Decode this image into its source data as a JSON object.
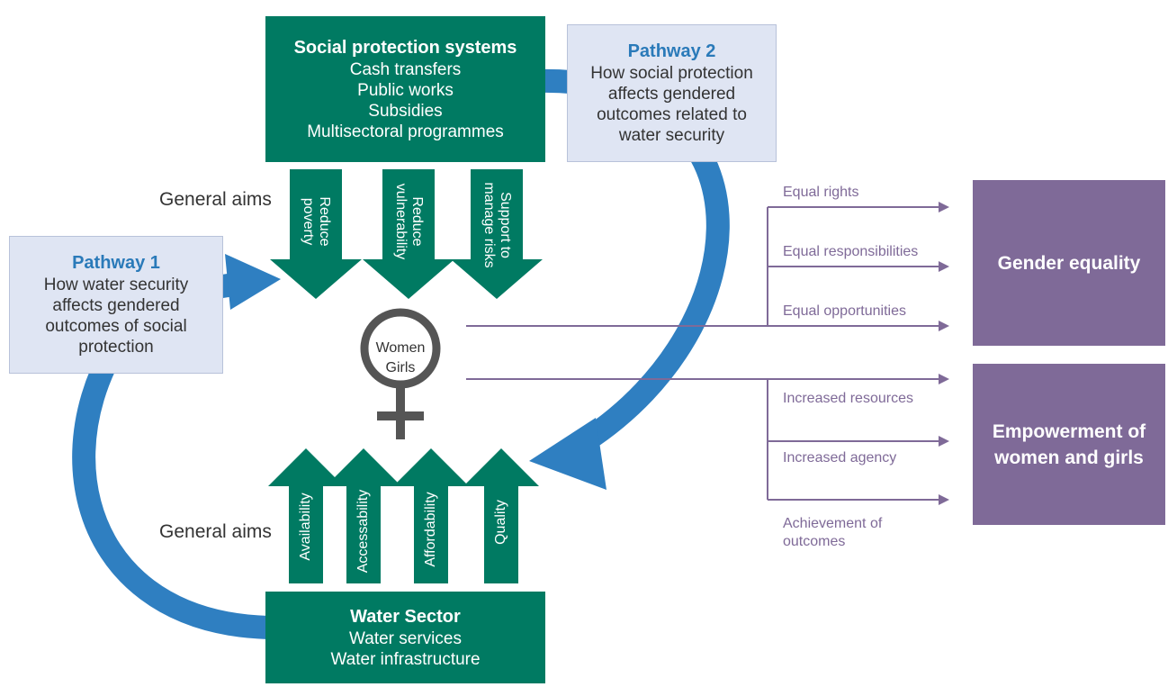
{
  "social_protection": {
    "title": "Social protection systems",
    "items": [
      "Cash transfers",
      "Public works",
      "Subsidies",
      "Multisectoral programmes"
    ]
  },
  "water_sector": {
    "title": "Water Sector",
    "items": [
      "Water services",
      "Water infrastructure"
    ]
  },
  "pathway1": {
    "title": "Pathway 1",
    "lines": [
      "How water security",
      "affects gendered",
      "outcomes of social",
      "protection"
    ]
  },
  "pathway2": {
    "title": "Pathway 2",
    "lines": [
      "How social protection",
      "affects gendered",
      "outcomes related to",
      "water security"
    ]
  },
  "general_aims_top": "General aims",
  "general_aims_bottom": "General aims",
  "sp_aims": [
    {
      "lines": [
        "Reduce",
        "poverty"
      ]
    },
    {
      "lines": [
        "Reduce",
        "vulnerability"
      ]
    },
    {
      "lines": [
        "Support to",
        "manage risks"
      ]
    }
  ],
  "water_aims": [
    {
      "lines": [
        "Availability"
      ]
    },
    {
      "lines": [
        "Accessability"
      ]
    },
    {
      "lines": [
        "Affordability"
      ]
    },
    {
      "lines": [
        "Quality"
      ]
    }
  ],
  "venus": {
    "line1": "Women",
    "line2": "Girls"
  },
  "gender_branches": [
    "Equal rights",
    "Equal responsibilities",
    "Equal opportunities"
  ],
  "empowerment_branches": [
    "Increased resources",
    "Increased agency",
    "Achievement of outcomes"
  ],
  "gender_equality": "Gender equality",
  "empowerment": {
    "line1": "Empowerment of",
    "line2": "women and girls"
  },
  "colors": {
    "green": "#007a62",
    "blue_arrow": "#2f7fc1",
    "pathway_box": "#dfe5f3",
    "purple": "#7f6a98",
    "venus": "#555555"
  }
}
